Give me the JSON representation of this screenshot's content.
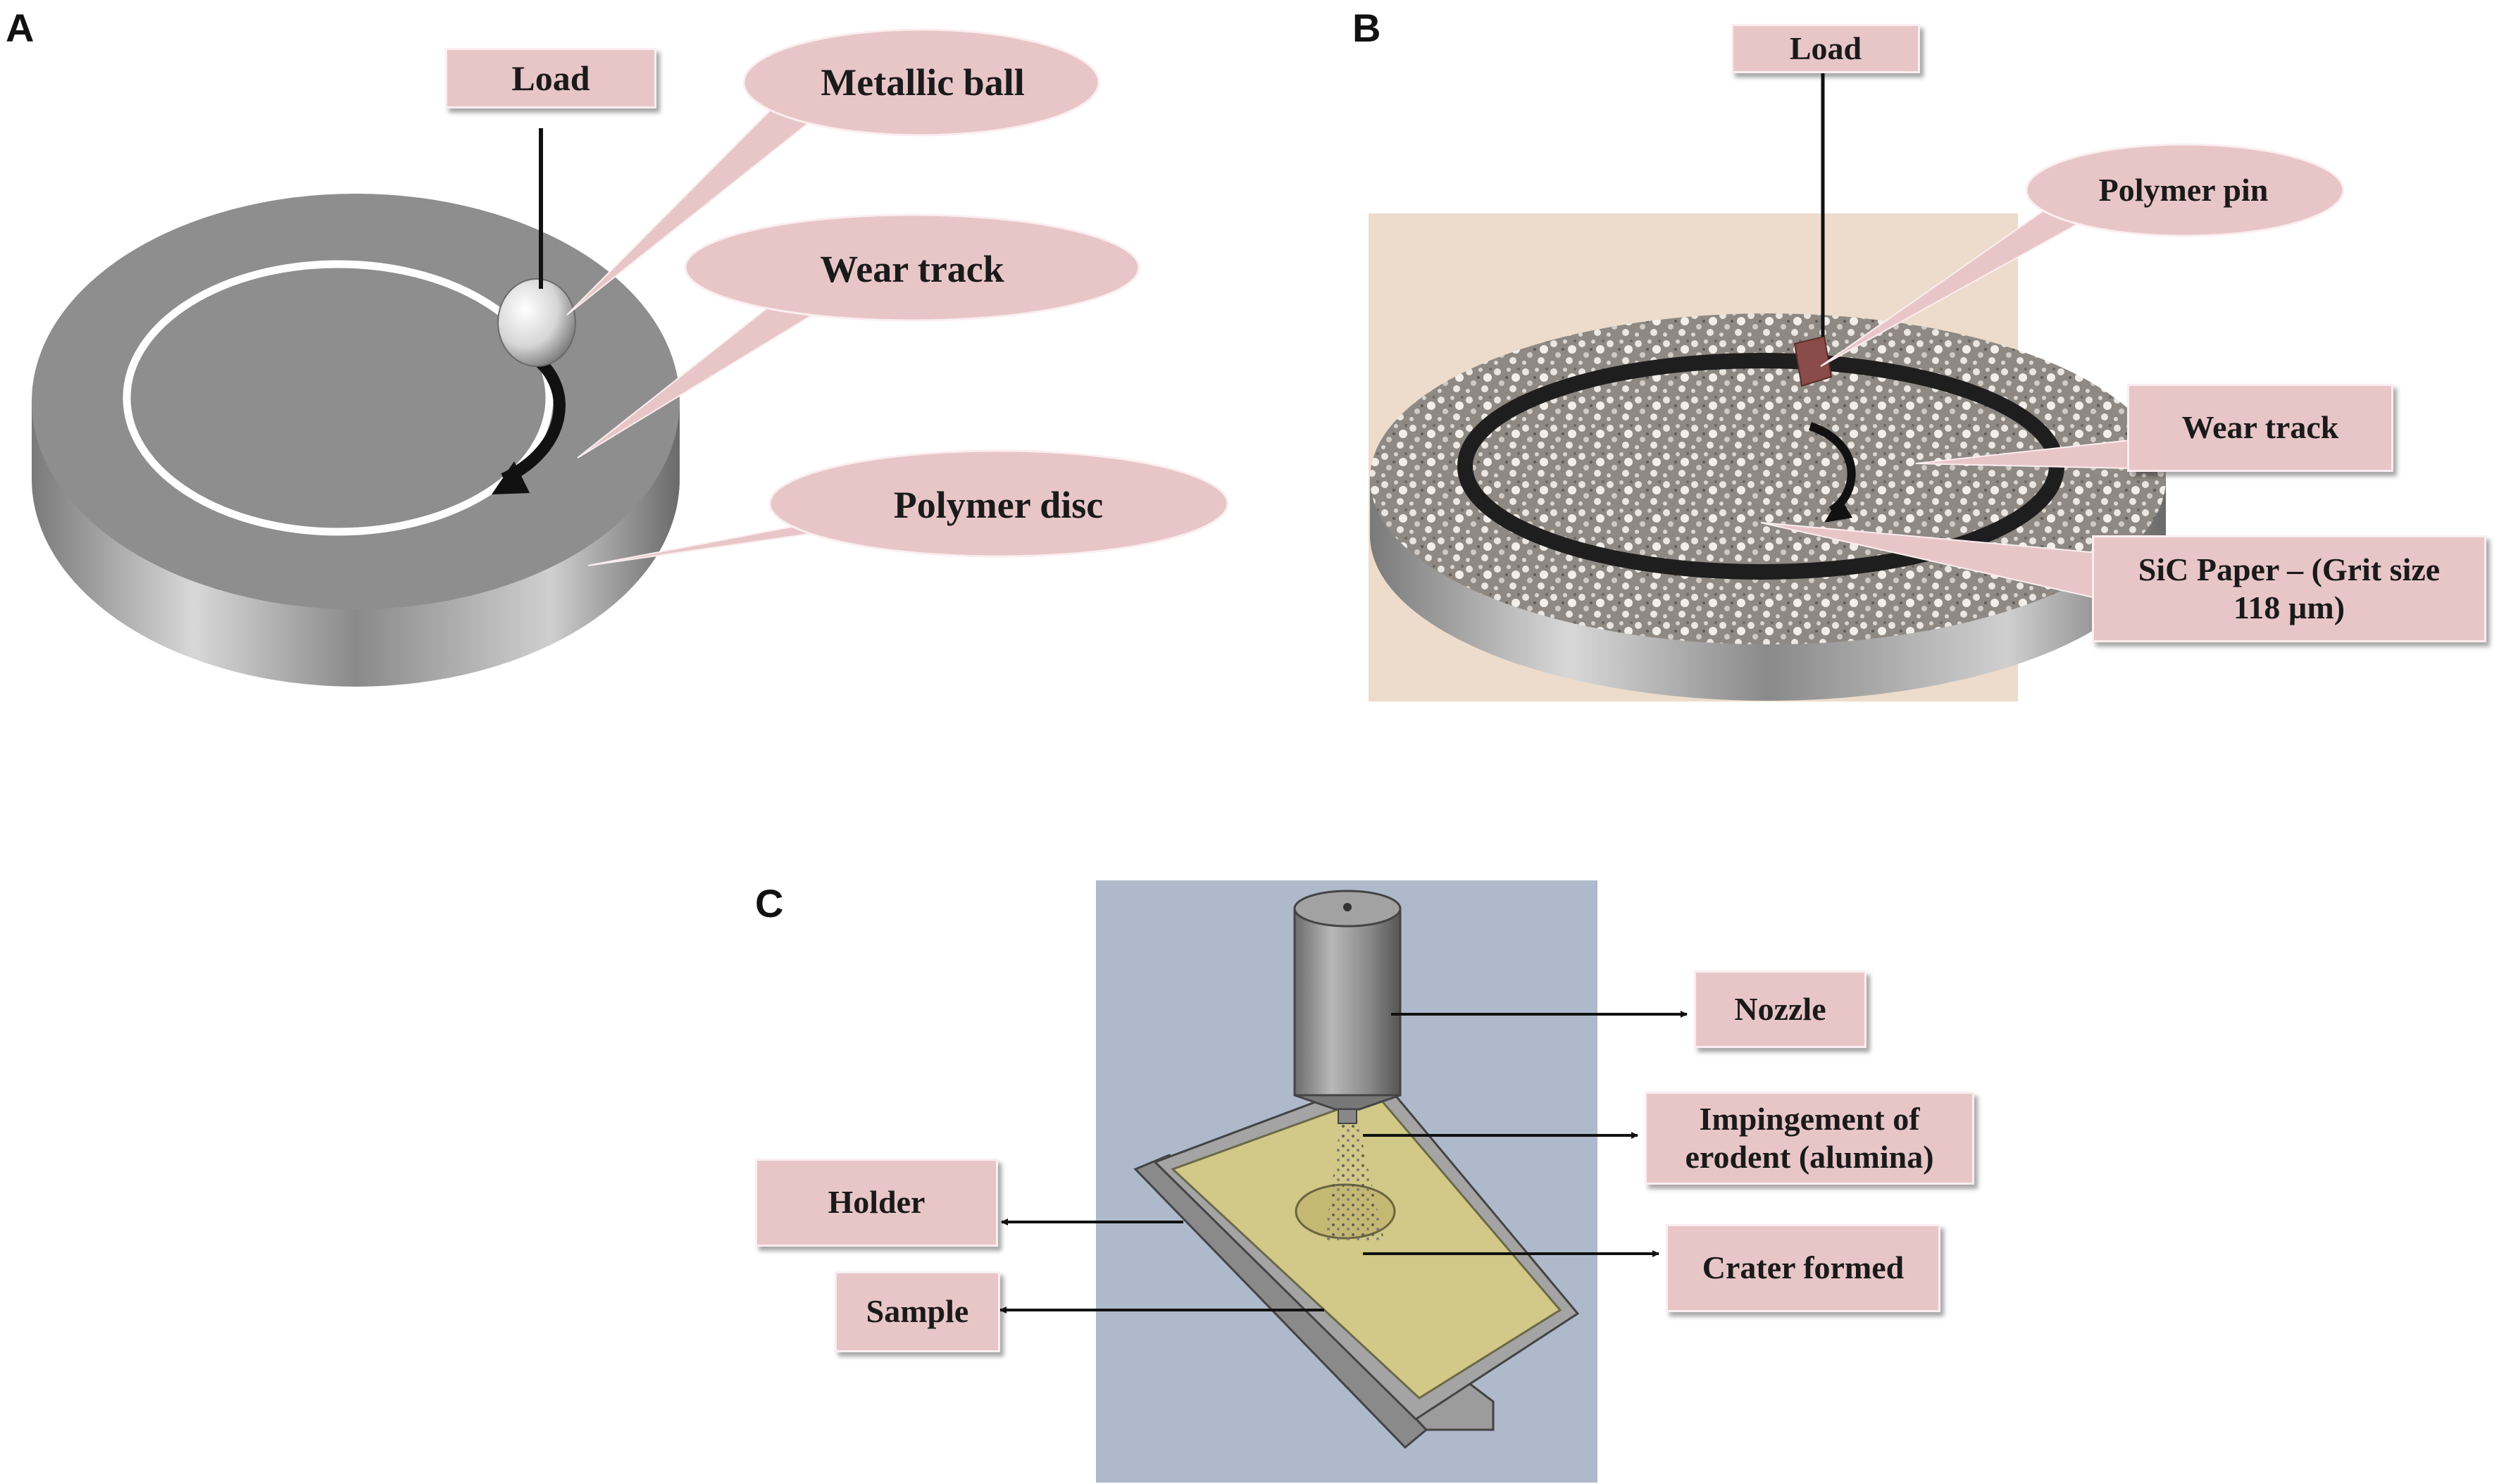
{
  "panels": {
    "a": {
      "letter": "A",
      "labels": {
        "load": "Load",
        "metallic_ball": "Metallic ball",
        "wear_track": "Wear track",
        "polymer_disc": "Polymer disc"
      }
    },
    "b": {
      "letter": "B",
      "labels": {
        "load": "Load",
        "polymer_pin": "Polymer pin",
        "wear_track": "Wear track",
        "sic_paper_line1": "SiC Paper – (Grit size",
        "sic_paper_line2": "118 µm)"
      }
    },
    "c": {
      "letter": "C",
      "labels": {
        "nozzle": "Nozzle",
        "impingement_line1": "Impingement of",
        "impingement_line2": "erodent (alumina)",
        "crater": "Crater formed",
        "holder": "Holder",
        "sample": "Sample"
      }
    }
  },
  "colors": {
    "label_fill": "#e8c6c8",
    "disc_grey": "#8e8e8e",
    "wear_track_a": "#ffffff",
    "wear_track_b": "#1e1e1e",
    "panel_b_background": "#eddccb",
    "panel_c_background": "#aeb9cc",
    "sample_fill": "#d2c887"
  }
}
